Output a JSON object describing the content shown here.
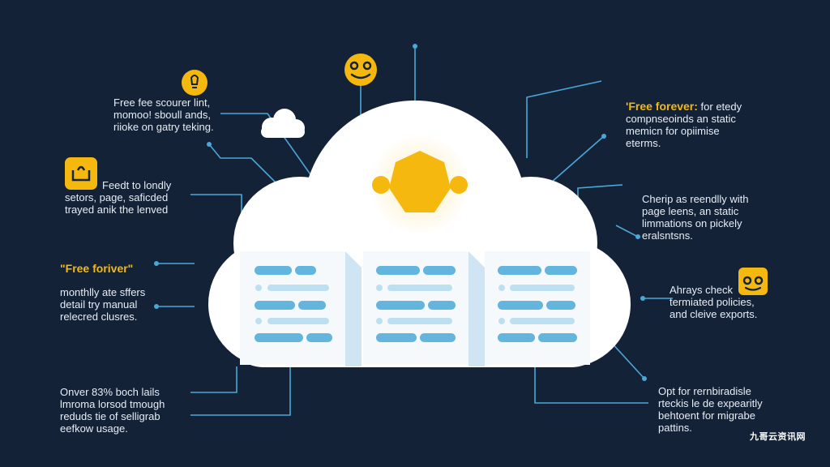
{
  "labels": {
    "top_left": [
      "Free fee scourer lint,",
      "momoo! sboull ands,",
      "riioke on gatry teking."
    ],
    "mid_left": [
      "Feedt to londly",
      "setors, page, saficded",
      "trayed anik the lenved"
    ],
    "free_forever_left": "\"Free foriver\"",
    "left_3": [
      "monthlly ate sffers",
      "detail try manual",
      "relecred clusres."
    ],
    "bottom_left": [
      "Onver 83% boch lails",
      "lmroma lorsod tmough",
      "reduds tie of selligrab",
      "eefkow usage."
    ],
    "top_right": {
      "highlight": "'Free forever:",
      "rest": "for etedy",
      "lines": [
        "compnseoinds an static",
        "memicn for opiimise",
        "eterms."
      ]
    },
    "mid_right": [
      "Cherip as reendlly with",
      "page leens, an static",
      "limmations on pickely",
      "eralsntsns."
    ],
    "right_3": [
      "Ahrays check",
      "termiated policies,",
      "and cleive exports."
    ],
    "bottom_right": [
      "Opt for rernbiradisle",
      "rteckis le de expearitly",
      "behtoent for migrabe",
      "pattins."
    ]
  },
  "watermark": "九哥云资讯网",
  "colors": {
    "background": "#142238",
    "accent": "#f5b80f",
    "line": "#4aa7d8",
    "cloud": "#ffffff",
    "bar": "#64b5dd"
  },
  "icons": [
    "smile-icon-top",
    "bulb-icon",
    "basket-icon",
    "smile-icon-right",
    "hexagon-gear-icon",
    "small-cloud-icon"
  ]
}
